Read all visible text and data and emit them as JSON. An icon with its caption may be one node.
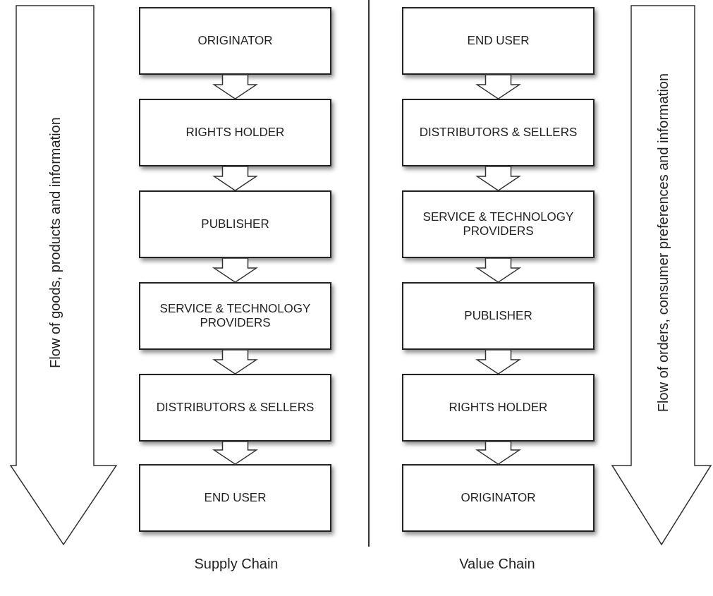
{
  "diagram": {
    "nodes": [
      {
        "text": [
          "Flow of goods, products and information"
        ]
      },
      {
        "text": [
          "ORIGINATOR"
        ]
      },
      {
        "text": [
          "RIGHTS HOLDER"
        ]
      },
      {
        "text": [
          "PUBLISHER"
        ]
      },
      {
        "text": [
          "SERVICE & TECHNOLOGY PROVIDERS"
        ]
      },
      {
        "text": [
          "DISTRIBUTORS & SELLERS"
        ]
      },
      {
        "text": [
          "END USER"
        ]
      },
      {
        "text": [
          "END USER"
        ]
      },
      {
        "text": [
          "DISTRIBUTORS & SELLERS"
        ]
      },
      {
        "text": [
          "SERVICE & TECHNOLOGY PROVIDERS"
        ]
      },
      {
        "text": [
          "PUBLISHER"
        ]
      },
      {
        "text": [
          "RIGHTS HOLDER"
        ]
      },
      {
        "text": [
          "ORIGINATOR"
        ]
      },
      {
        "text": [
          "Flow of orders, consumer preferences and information"
        ]
      }
    ],
    "edges": [
      {
        "from": 1,
        "to": 2,
        "arrow": "to"
      },
      {
        "from": 2,
        "to": 3,
        "arrow": "to"
      },
      {
        "from": 3,
        "to": 4,
        "arrow": "to"
      },
      {
        "from": 4,
        "to": 5,
        "arrow": "to"
      },
      {
        "from": 5,
        "to": 6,
        "arrow": "to"
      },
      {
        "from": 7,
        "to": 8,
        "arrow": "to"
      },
      {
        "from": 8,
        "to": 9,
        "arrow": "to"
      },
      {
        "from": 9,
        "to": 10,
        "arrow": "to"
      },
      {
        "from": 10,
        "to": 11,
        "arrow": "to"
      },
      {
        "from": 11,
        "to": 12,
        "arrow": "to"
      }
    ],
    "labels": [
      "Supply Chain",
      "Value Chain"
    ]
  }
}
